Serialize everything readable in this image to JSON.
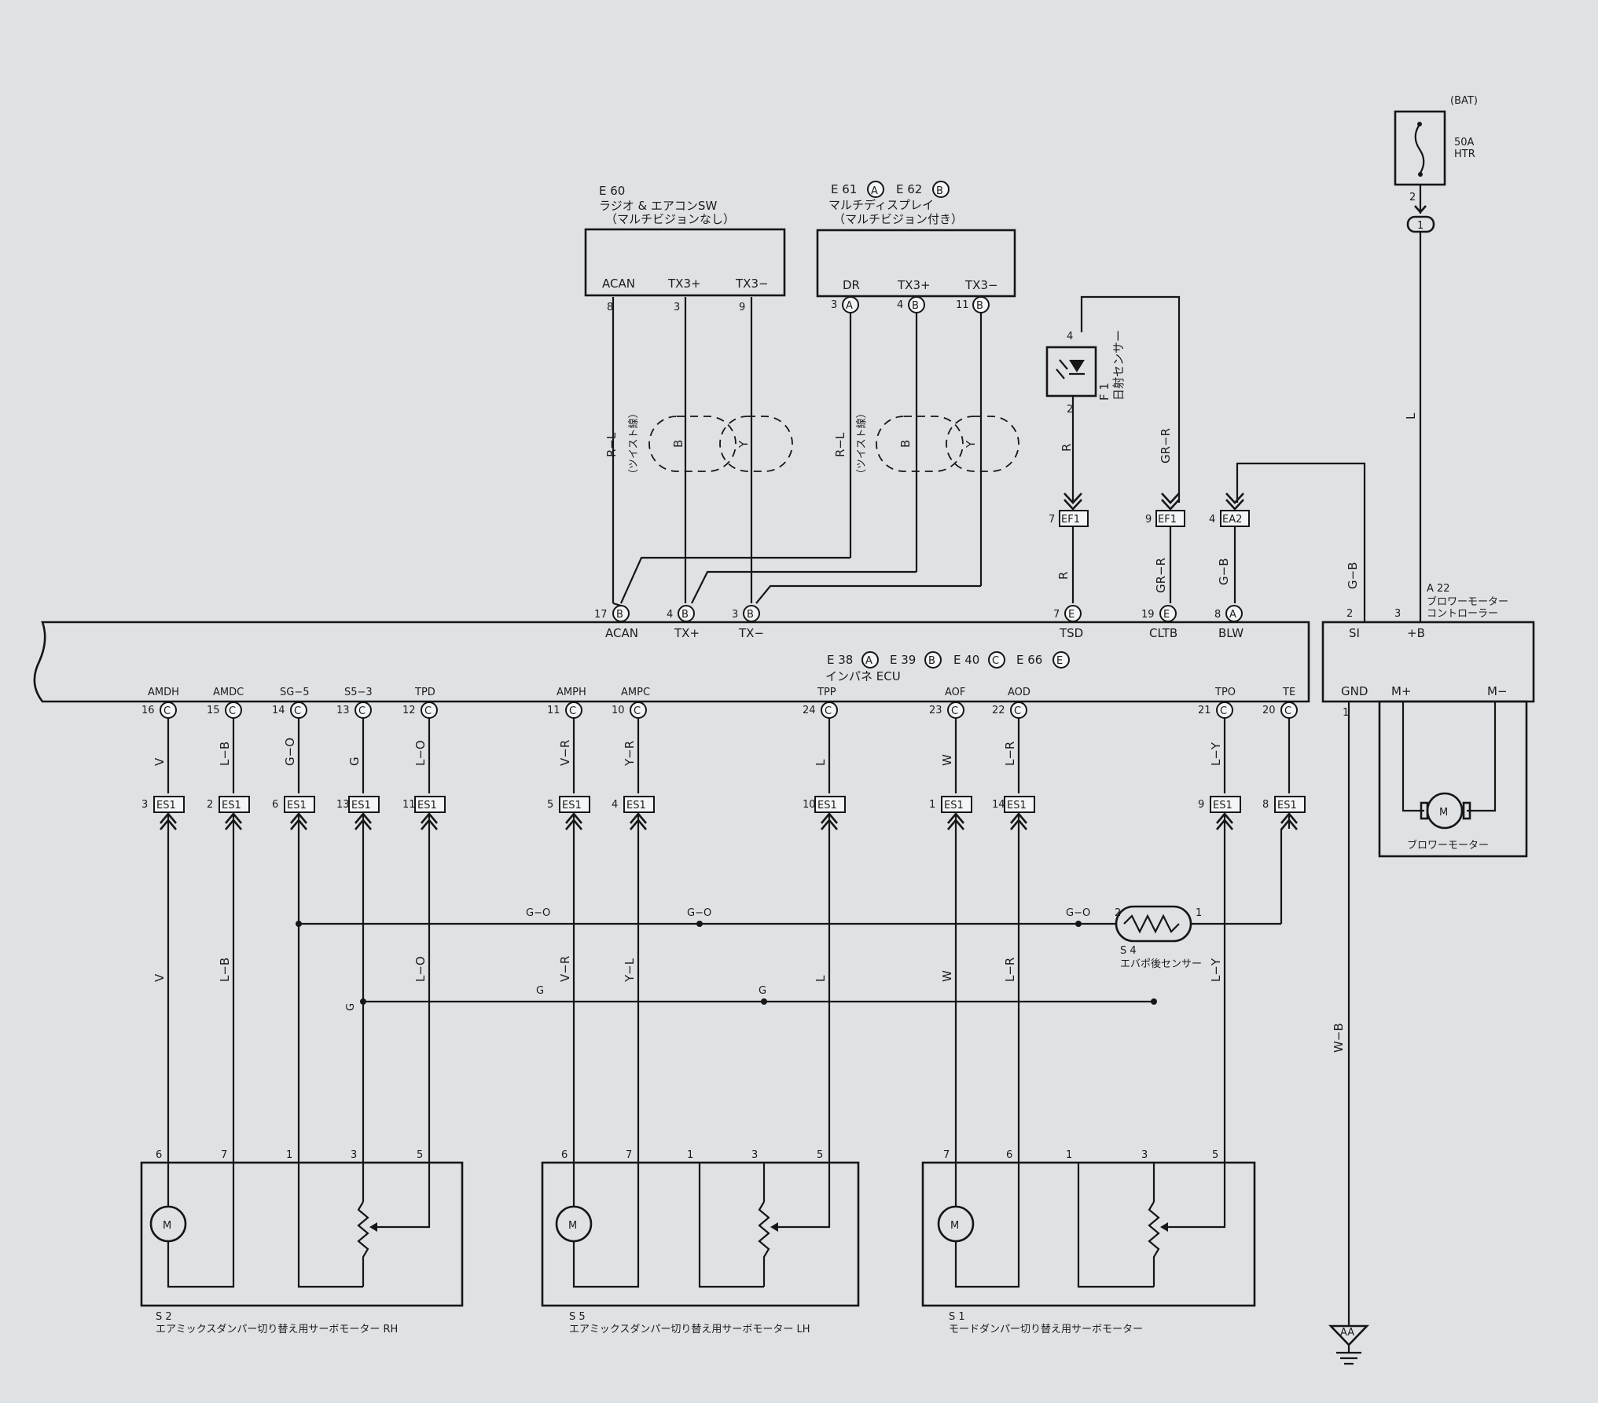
{
  "components": {
    "e60": {
      "code": "E 60",
      "name": "ラジオ & エアコンSW",
      "note": "（マルチビジョンなし）",
      "pins": [
        "ACAN",
        "TX3+",
        "TX3−"
      ]
    },
    "e61": {
      "code1": "E 61",
      "code2": "E 62",
      "name": "マルチディスプレイ",
      "note": "（マルチビジョン付き）",
      "pins": [
        "DR",
        "TX3+",
        "TX3−"
      ]
    },
    "ecu": {
      "codes": [
        "E 38",
        "E 39",
        "E 40",
        "E 66"
      ],
      "name": "インパネ ECU",
      "top_pins": [
        "ACAN",
        "TX+",
        "TX−",
        "TSD",
        "CLTB",
        "BLW"
      ],
      "bottom_pins": [
        "AMDH",
        "AMDC",
        "SG−5",
        "S5−3",
        "TPD",
        "AMPH",
        "AMPC",
        "TPP",
        "AOF",
        "AOD",
        "TPO",
        "TE"
      ]
    },
    "blower_ctrl": {
      "code": "A 22",
      "name1": "ブロワーモーター",
      "name2": "コントローラー",
      "pins": [
        "SI",
        "+B",
        "GND",
        "M+",
        "M−"
      ],
      "motor": "ブロワーモーター"
    },
    "fuse": {
      "source": "(BAT)",
      "rating": "50A",
      "name": "HTR"
    },
    "sun_sensor": {
      "code": "F 1",
      "name": "日射センサー"
    },
    "evap_sensor": {
      "code": "S 4",
      "name": "エバポ後センサー"
    },
    "s2": {
      "code": "S 2",
      "name": "エアミックスダンパー切り替え用サーボモーター RH"
    },
    "s5": {
      "code": "S 5",
      "name": "エアミックスダンパー切り替え用サーボモーター LH"
    },
    "s1": {
      "code": "S 1",
      "name": "モードダンパー切り替え用サーボモーター"
    },
    "ground": "AA",
    "twist": "（ツイスト線）"
  },
  "connectors": {
    "ef1": "EF1",
    "ea2": "EA2",
    "es1": "ES1"
  },
  "letters": {
    "A": "A",
    "B": "B",
    "C": "C",
    "E": "E",
    "M": "M"
  },
  "wires": {
    "R-L": "R−L",
    "B": "B",
    "Y": "Y",
    "R": "R",
    "GR-R": "GR−R",
    "G-B": "G−B",
    "L": "L",
    "W-B": "W−B",
    "V": "V",
    "L-B": "L−B",
    "G-O": "G−O",
    "G": "G",
    "L-O": "L−O",
    "V-R": "V−R",
    "Y-R": "Y−R",
    "W": "W",
    "L-R": "L−R",
    "L-Y": "L−Y",
    "Y-L": "Y−L"
  },
  "pins": {
    "e60": [
      "8",
      "3",
      "9"
    ],
    "e61": [
      "3",
      "4",
      "11"
    ],
    "ecu_top": [
      "17",
      "4",
      "3",
      "7",
      "19",
      "8"
    ],
    "ecu_bottom": [
      "16",
      "15",
      "14",
      "13",
      "12",
      "11",
      "10",
      "24",
      "23",
      "22",
      "21",
      "20"
    ],
    "es1": [
      "3",
      "2",
      "6",
      "13",
      "11",
      "5",
      "4",
      "10",
      "1",
      "14",
      "9",
      "8"
    ],
    "ef_ea": [
      "7",
      "9",
      "4"
    ],
    "sensor": [
      "4",
      "2"
    ],
    "fuse": [
      "2",
      "1"
    ],
    "a22": [
      "2",
      "3",
      "1"
    ],
    "evap": [
      "2",
      "1"
    ],
    "s2": [
      "6",
      "7",
      "1",
      "3",
      "5"
    ],
    "s5": [
      "6",
      "7",
      "1",
      "3",
      "5"
    ],
    "s1": [
      "7",
      "6",
      "1",
      "3",
      "5"
    ]
  }
}
